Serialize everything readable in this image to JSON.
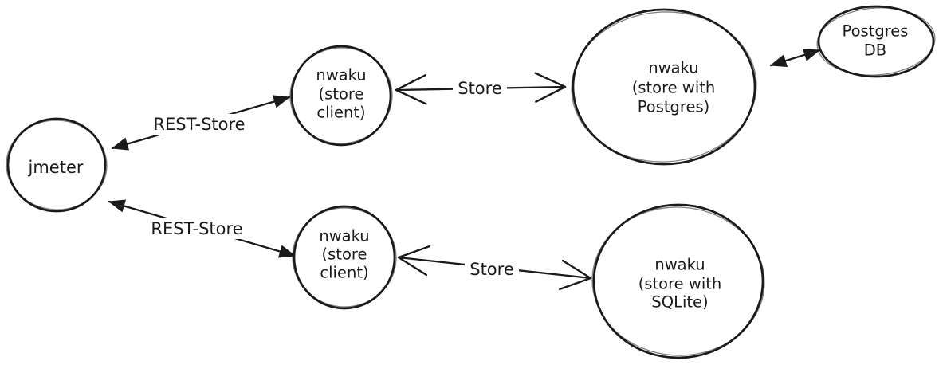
{
  "diagram": {
    "colors": {
      "stroke": "#1a1a1a",
      "background": "#ffffff"
    },
    "nodes": {
      "jmeter": {
        "lines": [
          "jmeter"
        ]
      },
      "client_top": {
        "lines": [
          "nwaku",
          "(store",
          "client)"
        ]
      },
      "client_bottom": {
        "lines": [
          "nwaku",
          "(store",
          "client)"
        ]
      },
      "store_postgres": {
        "lines": [
          "nwaku",
          "(store with",
          "Postgres)"
        ]
      },
      "store_sqlite": {
        "lines": [
          "nwaku",
          "(store with",
          "SQLite)"
        ]
      },
      "postgres_db": {
        "lines": [
          "Postgres",
          "DB"
        ]
      }
    },
    "edges": {
      "rest_store_top": {
        "label": "REST-Store",
        "style": "double-arrow-filled"
      },
      "rest_store_bottom": {
        "label": "REST-Store",
        "style": "double-arrow-filled"
      },
      "store_top": {
        "label": "Store",
        "style": "double-arrow-open"
      },
      "store_bottom": {
        "label": "Store",
        "style": "double-arrow-open"
      },
      "db_link": {
        "style": "double-arrow-filled"
      }
    }
  }
}
